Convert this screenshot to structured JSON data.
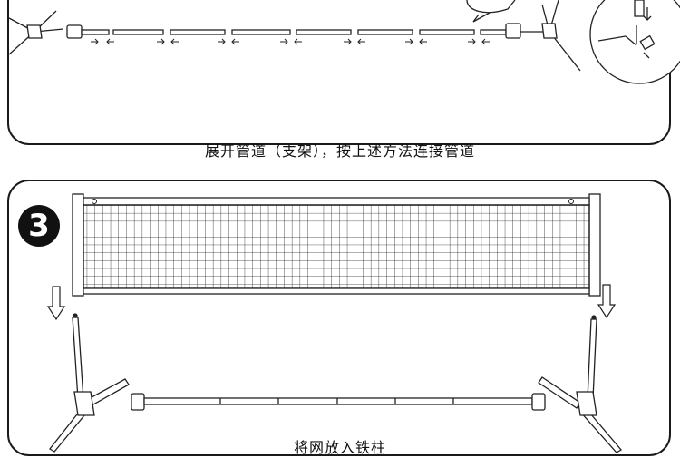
{
  "step_one": {
    "caption": "展开管道（支架），按上述方法连接管道"
  },
  "step_two": {
    "number": "3",
    "caption": "将网放入铁柱"
  },
  "icons": [
    "arrow-pair-icon",
    "down-arrow-icon",
    "connector-detail-icon",
    "speech-bubble-icon"
  ]
}
